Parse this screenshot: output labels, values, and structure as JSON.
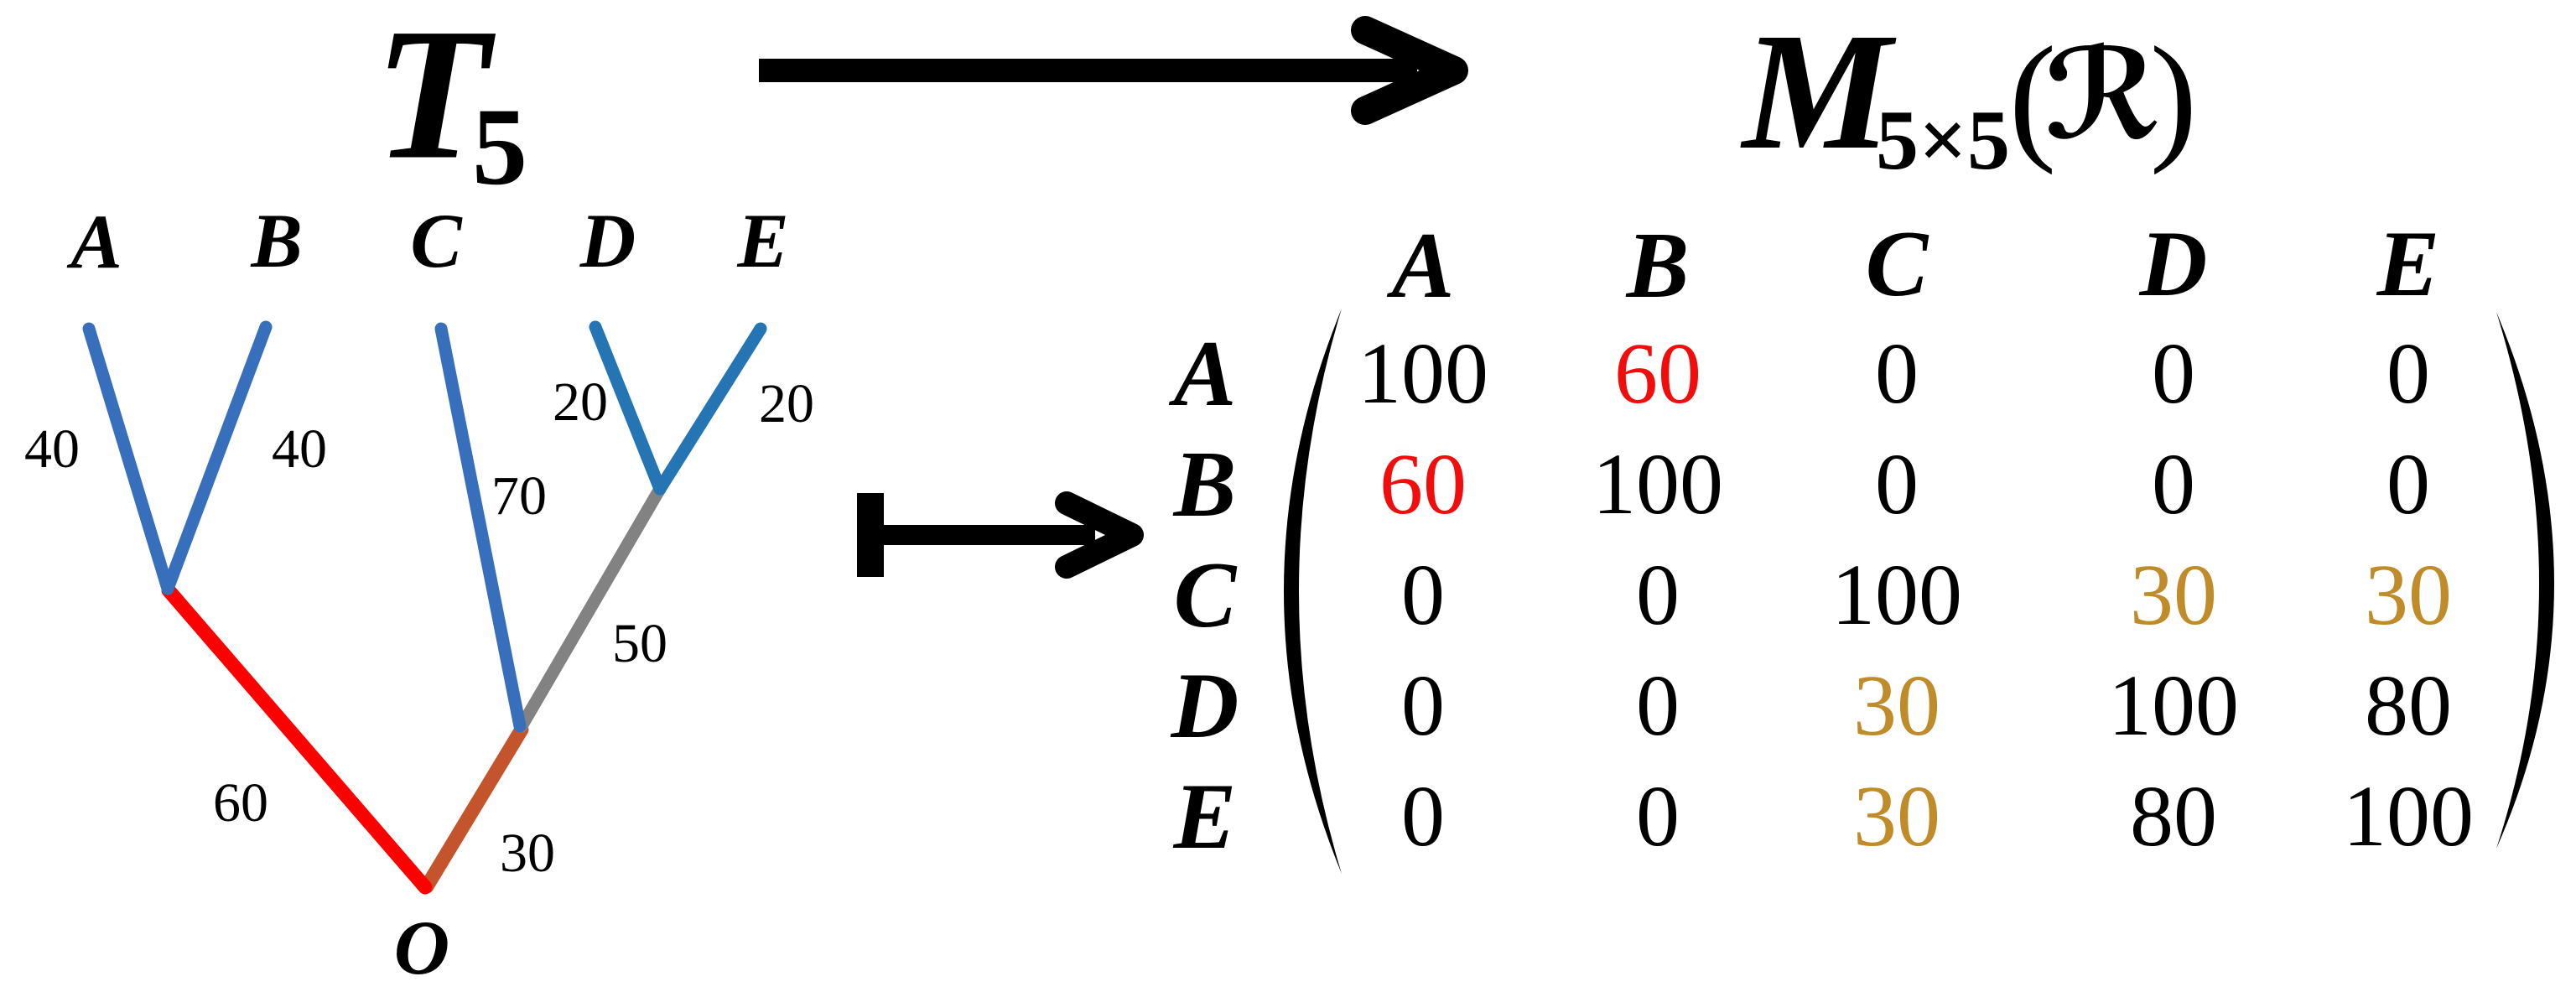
{
  "colors": {
    "background": "#ffffff",
    "text": "#000000",
    "tree_blue_abc": "#386fbc",
    "tree_blue_de": "#2574b4",
    "tree_red": "#fe0000",
    "tree_orange": "#c4542c",
    "tree_gray": "#828282",
    "matrix_highlight_red": "#f20d0d",
    "matrix_highlight_gold": "#c08c2a",
    "arrow_black": "#000000"
  },
  "tree": {
    "title_base": "T",
    "title_sub": "5",
    "leaves": [
      "A",
      "B",
      "C",
      "D",
      "E"
    ],
    "root_label": "O",
    "edges": [
      {
        "name": "branch-A",
        "weight": "40",
        "color": "#386fbc"
      },
      {
        "name": "branch-B",
        "weight": "40",
        "color": "#386fbc"
      },
      {
        "name": "branch-C",
        "weight": "70",
        "color": "#386fbc"
      },
      {
        "name": "branch-D",
        "weight": "20",
        "color": "#2574b4"
      },
      {
        "name": "branch-E",
        "weight": "20",
        "color": "#2574b4"
      },
      {
        "name": "branch-AB-to-root",
        "weight": "60",
        "color": "#fe0000"
      },
      {
        "name": "branch-DE-to-CDE",
        "weight": "50",
        "color": "#828282"
      },
      {
        "name": "branch-CDE-to-root",
        "weight": "30",
        "color": "#c4542c"
      }
    ]
  },
  "matrix": {
    "title_base": "M",
    "title_sub": "5×5",
    "title_open": "(",
    "title_set": "ℛ",
    "title_close": ")",
    "col_headers": [
      "A",
      "B",
      "C",
      "D",
      "E"
    ],
    "row_headers": [
      "A",
      "B",
      "C",
      "D",
      "E"
    ],
    "rows": [
      [
        "100",
        "60",
        "0",
        "0",
        "0"
      ],
      [
        "60",
        "100",
        "0",
        "0",
        "0"
      ],
      [
        "0",
        "0",
        "100",
        "30",
        "30"
      ],
      [
        "0",
        "0",
        "30",
        "100",
        "80"
      ],
      [
        "0",
        "0",
        "30",
        "80",
        "100"
      ]
    ],
    "red_cells": [
      [
        0,
        1
      ],
      [
        1,
        0
      ]
    ],
    "gold_cells": [
      [
        2,
        3
      ],
      [
        2,
        4
      ],
      [
        3,
        2
      ],
      [
        4,
        2
      ]
    ]
  },
  "icons": {
    "top_arrow": "right-arrow",
    "mapsto_arrow": "maps-to-arrow"
  }
}
